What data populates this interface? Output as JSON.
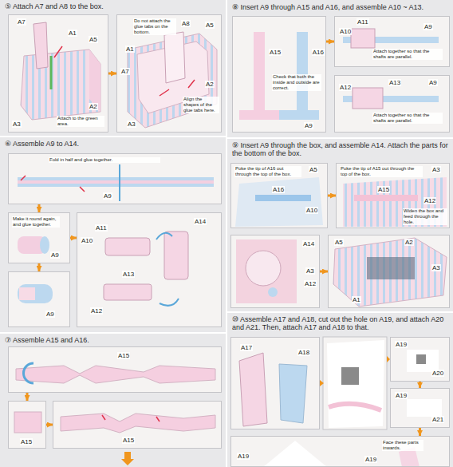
{
  "diagram": {
    "nodes": [
      {
        "text": [
          "⑤ Attach A7 and A8 to the box."
        ]
      },
      {
        "text": [
          "A7",
          "A1",
          "A5",
          "A2",
          "A3",
          "Attach to the green area."
        ],
        "in": 0
      },
      {
        "text": [
          "Do not attach the glue tabs on the bottom.",
          "A8",
          "A5",
          "A1",
          "A7",
          "A2",
          "Align the shapes of the glue tabs here.",
          "A3"
        ],
        "in": 0
      },
      {
        "text": [
          "⑥ Assemble A9 to A14."
        ]
      },
      {
        "text": [
          "Fold in half and glue together.",
          "A9"
        ],
        "in": 3
      },
      {
        "text": [
          "Make it round again, and glue together.",
          "A9"
        ],
        "in": 3
      },
      {
        "text": [
          "A9"
        ],
        "in": 3
      },
      {
        "text": [
          "A11",
          "A10",
          "A14",
          "A13",
          "A12"
        ],
        "in": 3
      },
      {
        "text": [
          "⑦ Assemble A15 and A16."
        ]
      },
      {
        "text": [
          "A15"
        ],
        "in": 8
      },
      {
        "text": [
          "A15"
        ],
        "in": 8
      },
      {
        "text": [
          "A15"
        ],
        "in": 8
      },
      {
        "text": [
          "⑧ Insert A9 through A15 and A16, and assemble A10 ~ A13."
        ]
      },
      {
        "text": [
          "A15",
          "A16",
          "Check that both the inside and outside are correct.",
          "A9"
        ],
        "in": 12
      },
      {
        "text": [
          "A11",
          "A10",
          "A9",
          "Attach together so that the shafts are parallel."
        ],
        "in": 12
      },
      {
        "text": [
          "A12",
          "A13",
          "A9",
          "Attach together so that the shafts are parallel."
        ],
        "in": 12
      },
      {
        "text": [
          "⑨ Insert A9 through the box, and assemble A14. Attach the parts for the bottom of the box."
        ]
      },
      {
        "text": [
          "Poke the tip of A16 out through the top of the box.",
          "A5",
          "A16",
          "A10"
        ],
        "in": 16
      },
      {
        "text": [
          "Poke the tip of A15 out through the top of the box.",
          "A3",
          "A15",
          "A12",
          "Widen the box and feed through the hole."
        ],
        "in": 16
      },
      {
        "text": [
          "A14",
          "A3",
          "A12"
        ],
        "in": 16
      },
      {
        "text": [
          "A5",
          "A2",
          "A3",
          "A1"
        ],
        "in": 16
      },
      {
        "text": [
          "⑩ Assemble A17 and A18, cut out the hole on A19, and attach A20 and A21. Then, attach A17 and A18 to that."
        ]
      },
      {
        "text": [
          "A17",
          "A18"
        ],
        "in": 21
      },
      {
        "text": [
          "A19",
          "A20"
        ],
        "in": 21
      },
      {
        "text": [
          "A19",
          "A21"
        ],
        "in": 21
      },
      {
        "text": [
          "A19",
          "Face these parts inwards.",
          "A19"
        ],
        "in": 21
      }
    ],
    "edges": [
      {
        "from": 1,
        "to": 2,
        "arrow": "to"
      },
      {
        "from": 4,
        "to": 5,
        "arrow": "to"
      },
      {
        "from": 5,
        "to": 6,
        "arrow": "to"
      },
      {
        "from": 5,
        "to": 7,
        "arrow": "to"
      },
      {
        "from": 9,
        "to": 10,
        "arrow": "to"
      },
      {
        "from": 10,
        "to": 11,
        "arrow": "to"
      },
      {
        "from": 13,
        "to": 14,
        "arrow": "to"
      },
      {
        "from": 17,
        "to": 18,
        "arrow": "to"
      },
      {
        "from": 19,
        "to": 20,
        "arrow": "to"
      },
      {
        "from": 23,
        "to": 24,
        "arrow": "to"
      },
      {
        "from": 24,
        "to": 25,
        "arrow": "to"
      }
    ]
  }
}
